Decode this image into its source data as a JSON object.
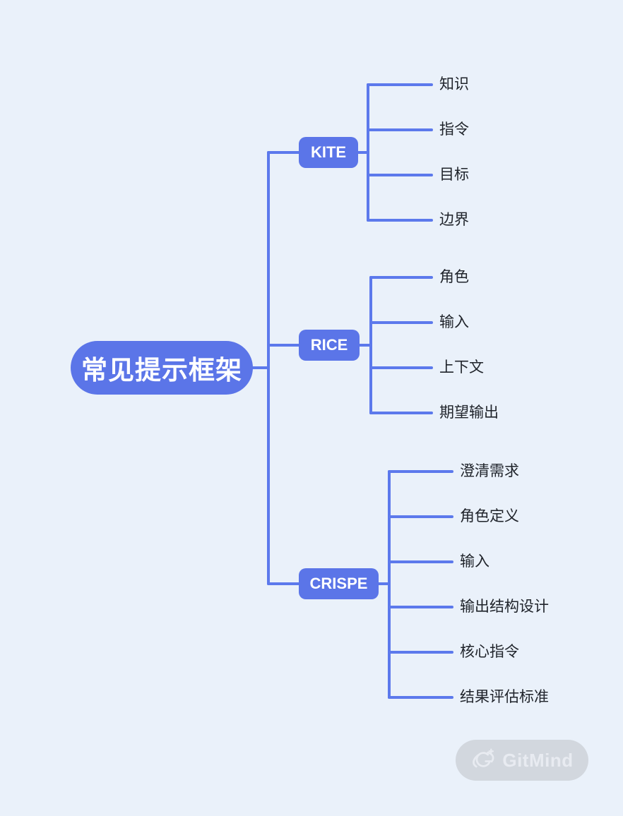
{
  "canvas": {
    "background_color": "#eaf1fa"
  },
  "palette": {
    "node_fill": "#5b75e8",
    "line_color": "#5c79ec",
    "node_text_color": "#ffffff",
    "leaf_text_color": "#1f232a",
    "watermark_fill": "#d2d7de",
    "watermark_text_color": "#e8ebf1"
  },
  "mindmap": {
    "root": {
      "label": "常见提示框架"
    },
    "branches": [
      {
        "label": "KITE",
        "children": [
          "知识",
          "指令",
          "目标",
          "边界"
        ]
      },
      {
        "label": "RICE",
        "children": [
          "角色",
          "输入",
          "上下文",
          "期望输出"
        ]
      },
      {
        "label": "CRISPE",
        "children": [
          "澄清需求",
          "角色定义",
          "输入",
          "输出结构设计",
          "核心指令",
          "结果评估标准"
        ]
      }
    ]
  },
  "watermark": {
    "brand": "GitMind",
    "icon": "gitmind-planet-logo"
  }
}
